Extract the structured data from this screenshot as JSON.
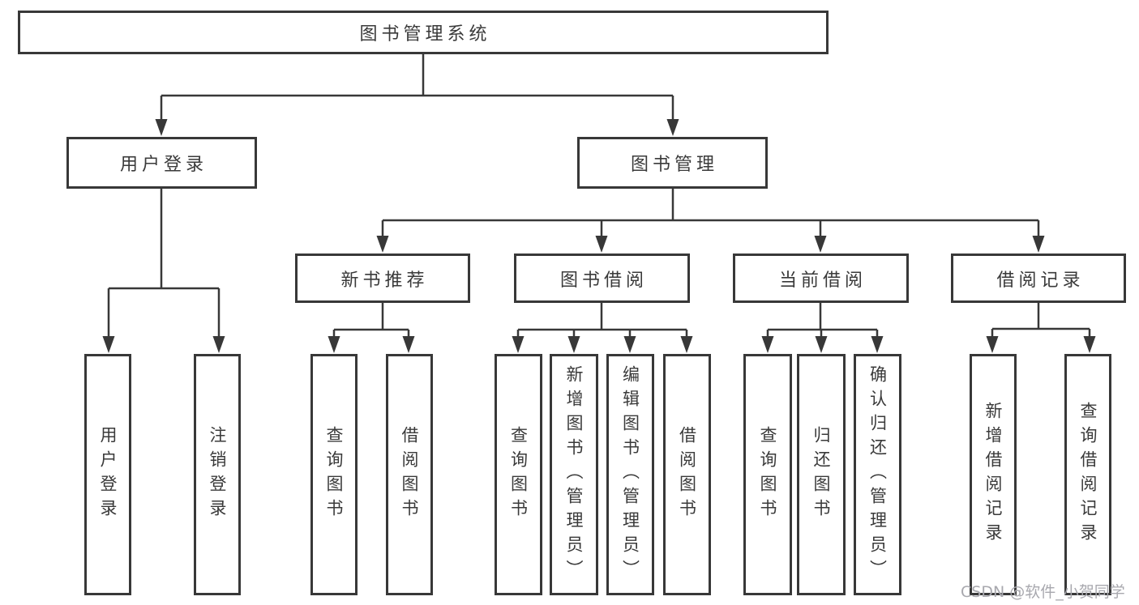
{
  "nodes": {
    "root": "图书管理系统",
    "user_login": "用户登录",
    "book_mgmt": "图书管理",
    "new_books": "新书推荐",
    "book_borrow": "图书借阅",
    "current_borrow": "当前借阅",
    "borrow_records": "借阅记录",
    "leaf_user_login": "用户登录",
    "leaf_logout": "注销登录",
    "leaf_nb_query_books": "查询图书",
    "leaf_nb_borrow_books": "借阅图书",
    "leaf_bb_query_books": "查询图书",
    "leaf_bb_add_books": "新增图书（管理员）",
    "leaf_bb_edit_books": "编辑图书（管理员）",
    "leaf_bb_borrow_books": "借阅图书",
    "leaf_cb_query_books": "查询图书",
    "leaf_cb_return_books": "归还图书",
    "leaf_cb_confirm_return": "确认归还（管理员）",
    "leaf_br_add_record": "新增借阅记录",
    "leaf_br_query_record": "查询借阅记录"
  },
  "watermark": "CSDN @软件_小贺同学",
  "colors": {
    "line": "#383838",
    "text": "#3a3a3a",
    "watermark": "#a8a8ae",
    "background": "#ffffff"
  }
}
